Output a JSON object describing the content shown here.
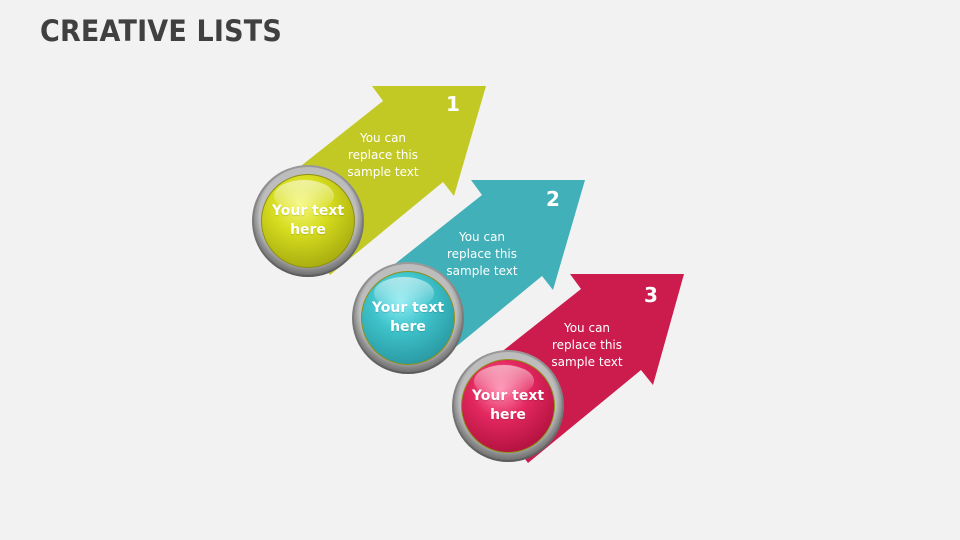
{
  "slide": {
    "title": "CREATIVE LISTS",
    "background_color": "#f2f2f2",
    "title_color": "#404040"
  },
  "items": [
    {
      "number": "1",
      "description_lines": [
        "You can",
        "replace this",
        "sample text"
      ],
      "button_lines": [
        "Your text",
        "here"
      ],
      "color": "#c2c924"
    },
    {
      "number": "2",
      "description_lines": [
        "You can",
        "replace this",
        "sample text"
      ],
      "button_lines": [
        "Your text",
        "here"
      ],
      "color": "#41b0b8"
    },
    {
      "number": "3",
      "description_lines": [
        "You can",
        "replace this",
        "sample text"
      ],
      "button_lines": [
        "Your text",
        "here"
      ],
      "color": "#cc1c4e"
    }
  ]
}
